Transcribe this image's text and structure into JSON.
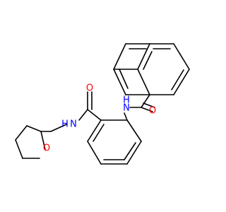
{
  "structure": {
    "atom_labels": [
      {
        "id": "O1",
        "text": "O",
        "color": "#FF0000"
      },
      {
        "id": "N1",
        "text": "N",
        "color": "#0000FF"
      },
      {
        "id": "H1",
        "text": "H",
        "color": "#0000FF"
      },
      {
        "id": "O2",
        "text": "O",
        "color": "#FF0000"
      },
      {
        "id": "N2",
        "text": "N",
        "color": "#0000FF"
      },
      {
        "id": "H2",
        "text": "H",
        "color": "#0000FF"
      },
      {
        "id": "O3",
        "text": "O",
        "color": "#FF0000"
      }
    ]
  }
}
